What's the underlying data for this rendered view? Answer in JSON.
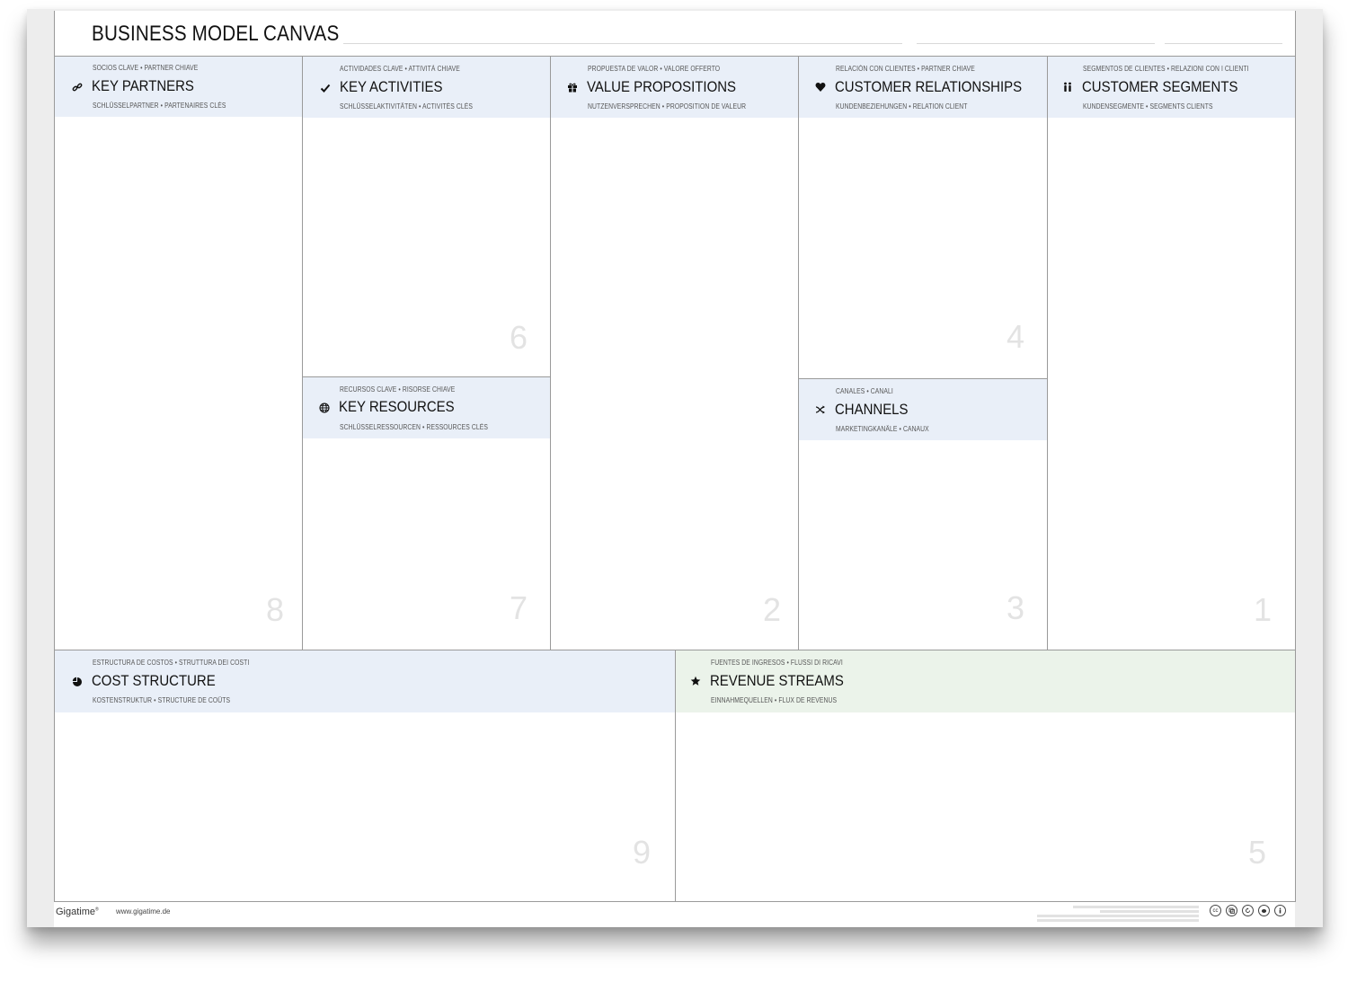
{
  "title": "BUSINESS MODEL CANVAS",
  "blocks": {
    "key_partners": {
      "sub_top": "SOCIOS CLAVE  •  PARTNER CHIAVE",
      "label": "KEY PARTNERS",
      "sub_bottom": "SCHLÜSSELPARTNER  •  PARTENAIRES CLÉS",
      "number": "8",
      "icon": "link-icon"
    },
    "key_activities": {
      "sub_top": "ACTIVIDADES CLAVE  •  ATTIVITÀ CHIAVE",
      "label": "KEY ACTIVITIES",
      "sub_bottom": "SCHLÜSSELAKTIVITÄTEN  •  ACTIVITÉS CLÉS",
      "number": "6",
      "icon": "check-icon"
    },
    "key_resources": {
      "sub_top": "RECURSOS CLAVE  •  RISORSE CHIAVE",
      "label": "KEY RESOURCES",
      "sub_bottom": "SCHLÜSSELRESSOURCEN  •  RESSOURCES CLÉS",
      "number": "7",
      "icon": "globe-icon"
    },
    "value_propositions": {
      "sub_top": "PROPUESTA DE VALOR  •  VALORE OFFERTO",
      "label": "VALUE PROPOSITIONS",
      "sub_bottom": "NUTZENVERSPRECHEN  •  PROPOSITION DE VALEUR",
      "number": "2",
      "icon": "gift-icon"
    },
    "customer_relationships": {
      "sub_top": "RELACIÓN CON CLIENTES  •  PARTNER CHIAVE",
      "label": "CUSTOMER RELATIONSHIPS",
      "sub_bottom": "KUNDENBEZIEHUNGEN  •  RELATION CLIENT",
      "number": "4",
      "icon": "heart-icon"
    },
    "channels": {
      "sub_top": "CANALES  •  CANALI",
      "label": "CHANNELS",
      "sub_bottom": "MARKETINGKANÄLE  •  CANAUX",
      "number": "3",
      "icon": "shuffle-icon"
    },
    "customer_segments": {
      "sub_top": "SEGMENTOS DE CLIENTES  •  RELAZIONI CON I CLIENTI",
      "label": "CUSTOMER SEGMENTS",
      "sub_bottom": "KUNDENSEGMENTE  •  SEGMENTS CLIENTS",
      "number": "1",
      "icon": "people-icon"
    },
    "cost_structure": {
      "sub_top": "ESTRUCTURA DE COSTOS  •  STRUTTURA DEI COSTI",
      "label": "COST STRUCTURE",
      "sub_bottom": "KOSTENSTRUKTUR  •  STRUCTURE DE COÛTS",
      "number": "9",
      "icon": "pie-chart-icon"
    },
    "revenue_streams": {
      "sub_top": "FUENTES DE INGRESOS  •  FLUSSI DI RICAVI",
      "label": "REVENUE STREAMS",
      "sub_bottom": "EINNAHMEQUELLEN  •  FLUX DE REVENUS",
      "number": "5",
      "icon": "star-icon"
    }
  },
  "footer": {
    "brand": "Gigatime",
    "brand_mark": "®",
    "url": "www.gigatime.de",
    "license_icons": [
      "cc",
      "by",
      "sa",
      "nc",
      "nd"
    ]
  },
  "colors": {
    "header_blue": "#e9eff8",
    "header_green": "#ebf3ea",
    "number_gray": "#e3e3e3"
  }
}
